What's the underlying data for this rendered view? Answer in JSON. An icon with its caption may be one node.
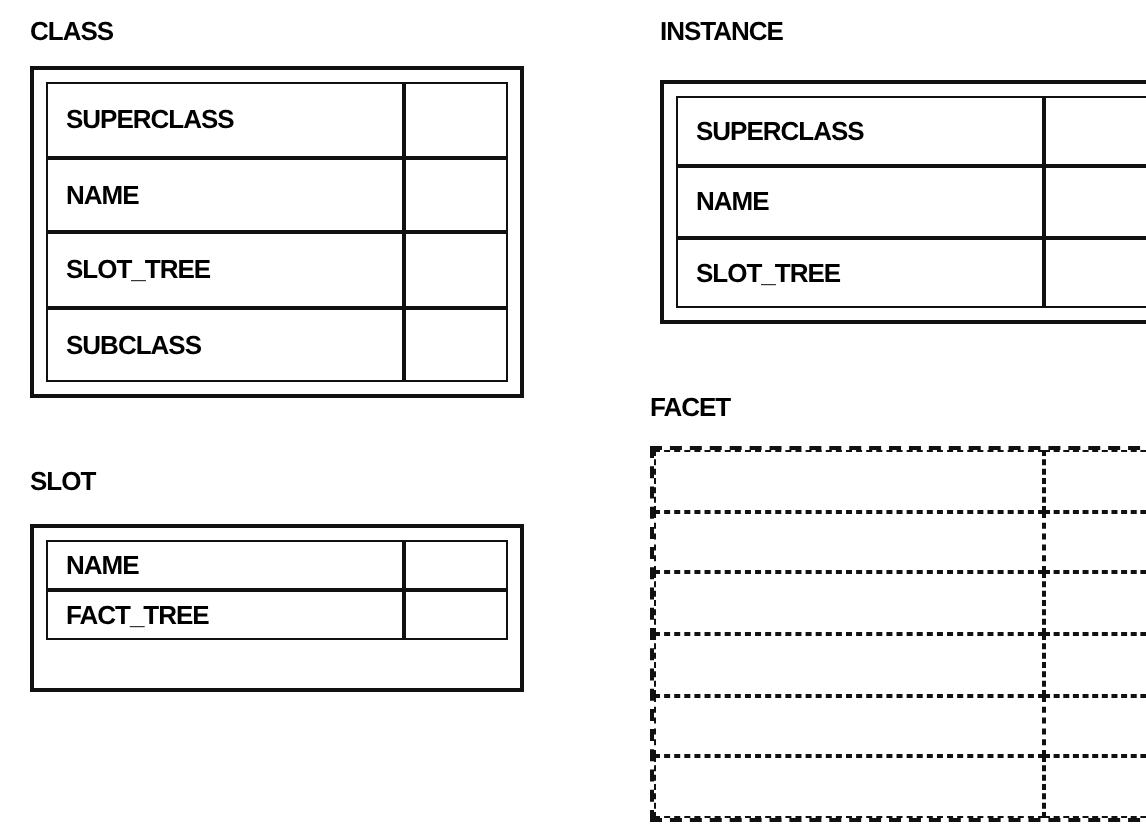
{
  "diagram": {
    "nodes": [
      {
        "text": [
          "CLASS"
        ]
      },
      {
        "text": [
          "SUPERCLASS"
        ],
        "in": 0
      },
      {
        "text": [],
        "shape": "box",
        "in": 0
      },
      {
        "text": [
          "NAME"
        ],
        "in": 0
      },
      {
        "text": [],
        "shape": "box",
        "in": 0
      },
      {
        "text": [
          "SLOT_TREE"
        ],
        "in": 0
      },
      {
        "text": [],
        "shape": "box",
        "in": 0
      },
      {
        "text": [
          "SUBCLASS"
        ],
        "in": 0
      },
      {
        "text": [],
        "shape": "box",
        "in": 0
      },
      {
        "text": [
          "INSTANCE"
        ]
      },
      {
        "text": [
          "SUPERCLASS"
        ],
        "in": 9
      },
      {
        "text": [],
        "shape": "box",
        "in": 9
      },
      {
        "text": [
          "NAME"
        ],
        "in": 9
      },
      {
        "text": [],
        "shape": "box",
        "in": 9
      },
      {
        "text": [
          "SLOT_TREE"
        ],
        "in": 9
      },
      {
        "text": [],
        "shape": "box",
        "in": 9
      },
      {
        "text": [
          "SLOT"
        ]
      },
      {
        "text": [
          "NAME"
        ],
        "in": 16
      },
      {
        "text": [],
        "shape": "box",
        "in": 16
      },
      {
        "text": [
          "FACT_TREE"
        ],
        "in": 16
      },
      {
        "text": [],
        "shape": "box",
        "in": 16
      },
      {
        "text": [
          "FACET"
        ]
      },
      {
        "text": [],
        "shape": "box",
        "in": 21
      },
      {
        "text": [],
        "shape": "box",
        "in": 21
      },
      {
        "text": [],
        "shape": "box",
        "in": 21
      },
      {
        "text": [],
        "shape": "box",
        "in": 21
      },
      {
        "text": [],
        "shape": "box",
        "in": 21
      },
      {
        "text": [],
        "shape": "box",
        "in": 21
      },
      {
        "text": [],
        "shape": "box",
        "in": 21
      },
      {
        "text": [],
        "shape": "box",
        "in": 21
      },
      {
        "text": [],
        "shape": "box",
        "in": 21
      },
      {
        "text": [],
        "shape": "box",
        "in": 21
      },
      {
        "text": [],
        "shape": "box",
        "in": 21
      },
      {
        "text": [],
        "shape": "box",
        "in": 21
      }
    ],
    "edges": []
  }
}
